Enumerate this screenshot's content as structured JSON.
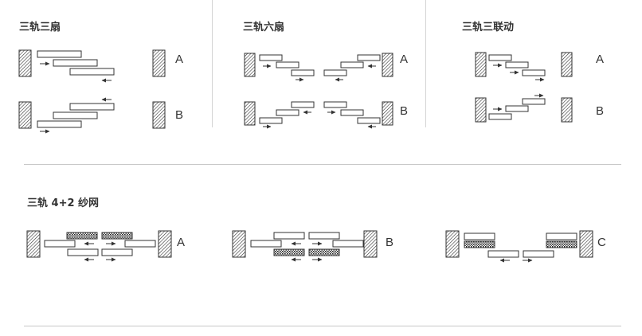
{
  "sections": [
    {
      "title": "三轨三扇",
      "labels": [
        "A",
        "B"
      ]
    },
    {
      "title": "三轨六扇",
      "labels": [
        "A",
        "B"
      ]
    },
    {
      "title": "三轨三联动",
      "labels": [
        "A",
        "B"
      ]
    },
    {
      "title": "三轨 4+2 纱网",
      "labels": [
        "A",
        "B",
        "C"
      ]
    }
  ],
  "colors": {
    "line": "#333333",
    "divider": "#c8c8c8",
    "text": "#333333"
  }
}
